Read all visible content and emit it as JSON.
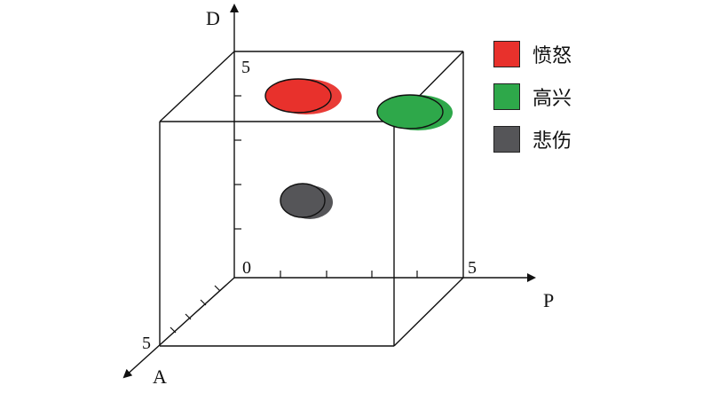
{
  "axes": {
    "d_label": "D",
    "p_label": "P",
    "a_label": "A",
    "origin_label": "0",
    "d_max_label": "5",
    "p_max_label": "5",
    "a_max_label": "5"
  },
  "legend": {
    "items": [
      {
        "label": "愤怒",
        "color": "#e8312c"
      },
      {
        "label": "高兴",
        "color": "#2ea84a"
      },
      {
        "label": "悲伤",
        "color": "#555558"
      }
    ]
  }
}
